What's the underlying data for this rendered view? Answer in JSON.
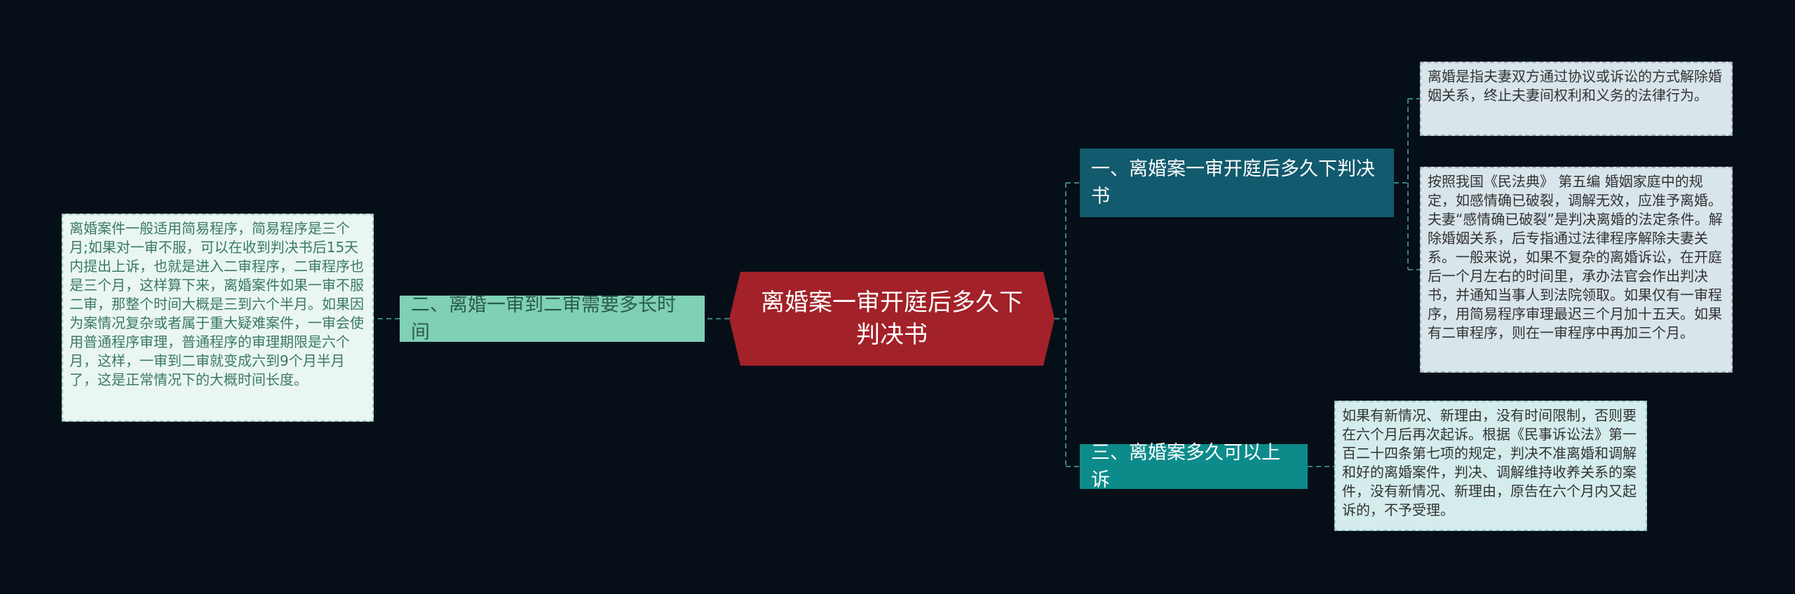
{
  "mindmap": {
    "root": {
      "label": "离婚案一审开庭后多久下判决书"
    },
    "branches": [
      {
        "label": "一、离婚案一审开庭后多久下判决书",
        "color": "#125a6d",
        "children": [
          "离婚是指夫妻双方通过协议或诉讼的方式解除婚姻关系，终止夫妻间权利和义务的法律行为。",
          "按照我国《民法典》 第五编 婚姻家庭中的规定，如感情确已破裂，调解无效，应准予离婚。 夫妻“感情确已破裂”是判决离婚的法定条件。解除婚姻关系，后专指通过法律程序解除夫妻关系。一般来说，如果不复杂的离婚诉讼，在开庭后一个月左右的时间里，承办法官会作出判决书，并通知当事人到法院领取。如果仅有一审程序，用简易程序审理最迟三个月加十五天。如果有二审程序，则在一审程序中再加三个月。"
        ]
      },
      {
        "label": "二、离婚一审到二审需要多长时间",
        "color": "#7fd0b5",
        "children": [
          "离婚案件一般适用简易程序，简易程序是三个月;如果对一审不服，可以在收到判决书后15天内提出上诉，也就是进入二审程序，二审程序也是三个月，这样算下来，离婚案件如果一审不服二审，那整个时间大概是三到六个半月。如果因为案情况复杂或者属于重大疑难案件，一审会使用普通程序审理，普通程序的审理期限是六个月，这样，一审到二审就变成六到9个月半月了，这是正常情况下的大概时间长度。"
        ]
      },
      {
        "label": "三、离婚案多久可以上诉",
        "color": "#0d8b8b",
        "children": [
          "如果有新情况、新理由，没有时间限制，否则要在六个月后再次起诉。根据《民事诉讼法》第一百二十四条第七项的规定，判决不准离婚和调解和好的离婚案件，判决、调解维持收养关系的案件，没有新情况、新理由，原告在六个月内又起诉的，不予受理。"
        ]
      }
    ]
  },
  "colors": {
    "background": "#060f17",
    "root": "#a32128",
    "connector": "#3e7f86"
  }
}
